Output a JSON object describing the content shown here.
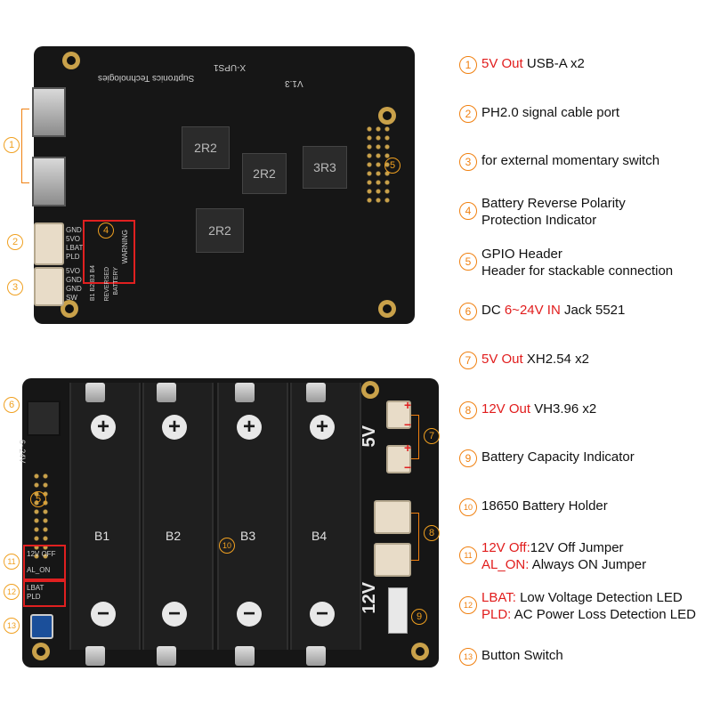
{
  "top_board": {
    "silk_model": "X-UPS1",
    "silk_company": "Suptronics Technologies",
    "silk_version": "V1.3",
    "silk_connector1": "GND\n5VO\nLBAT\nPLD",
    "silk_connector2": "5VO\nGND\nGND\nSW",
    "silk_warning": "WARNING",
    "silk_battery": "BATTERY",
    "silk_reversed": "REVERSED",
    "silk_b_labels": "B1 B2 B3 B4",
    "inductor_1": "2R2",
    "inductor_2": "2R2",
    "inductor_3": "2R2",
    "inductor_4": "3R3"
  },
  "bottom_board": {
    "silk_voltage_range": "6~24V",
    "silk_5v": "5V",
    "silk_12v": "12V",
    "silk_12v_off": "12V OFF",
    "silk_al_on": "AL_ON",
    "silk_lbat": "LBAT",
    "silk_pld": "PLD",
    "cells": [
      "B1",
      "B2",
      "B3",
      "B4"
    ],
    "plus_symbol": "+",
    "minus_symbol": "−",
    "polarity_plus": "+",
    "polarity_minus": "−"
  },
  "callouts": {
    "c1": "1",
    "c2": "2",
    "c3": "3",
    "c4": "4",
    "c5": "5",
    "c6": "6",
    "c7": "7",
    "c8": "8",
    "c9": "9",
    "c10": "10",
    "c11": "11",
    "c12": "12",
    "c13": "13"
  },
  "legend": [
    {
      "num": "1",
      "red": "5V Out",
      "text": " USB-A  x2"
    },
    {
      "num": "2",
      "red": "",
      "text": "PH2.0 signal cable port"
    },
    {
      "num": "3",
      "red": "",
      "text": " for external momentary switch"
    },
    {
      "num": "4",
      "red": "",
      "text": "Battery Reverse Polarity",
      "text2": "Protection Indicator"
    },
    {
      "num": "5",
      "red": "",
      "text": "GPIO Header",
      "text2": " Header for stackable connection"
    },
    {
      "num": "6",
      "pre": "DC ",
      "red": "6~24V IN",
      "text": " Jack 5521"
    },
    {
      "num": "7",
      "red": "5V Out",
      "text": " XH2.54 x2"
    },
    {
      "num": "8",
      "red": "12V Out",
      "text": " VH3.96 x2"
    },
    {
      "num": "9",
      "red": "",
      "text": "Battery Capacity Indicator"
    },
    {
      "num": "10",
      "red": "",
      "text": "18650 Battery Holder"
    },
    {
      "num": "11",
      "red": "12V Off:",
      "text": "12V Off Jumper",
      "red2": "AL_ON:",
      "text2": " Always ON Jumper"
    },
    {
      "num": "12",
      "red": "LBAT:",
      "text": " Low Voltage Detection LED",
      "red2": "PLD:",
      "text2": " AC Power Loss Detection LED"
    },
    {
      "num": "13",
      "red": "",
      "text": "Button Switch"
    }
  ],
  "colors": {
    "accent_orange": "#f08010",
    "highlight_red": "#e11c1c",
    "pcb_black": "#161616",
    "mounting_gold": "#c9a14a"
  }
}
